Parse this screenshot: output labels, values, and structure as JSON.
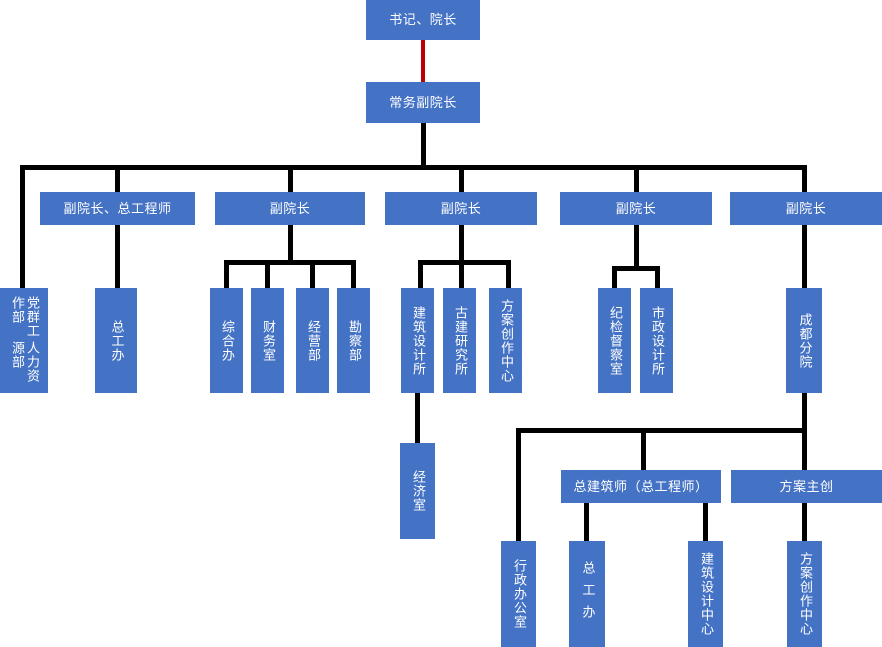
{
  "chart_data": {
    "type": "diagram",
    "title": "组织架构图",
    "colors": {
      "node_fill": "#4472C4",
      "node_text": "#FFFFFF",
      "connector": "#000000",
      "connector_highlight": "#C00000"
    },
    "levels": [
      {
        "level": 1,
        "nodes": [
          {
            "id": "n1",
            "label": "书记、院长",
            "orientation": "horizontal"
          }
        ]
      },
      {
        "level": 2,
        "nodes": [
          {
            "id": "n2",
            "label": "常务副院长",
            "orientation": "horizontal",
            "parent": "n1"
          }
        ]
      },
      {
        "level": 3,
        "nodes": [
          {
            "id": "n3",
            "label": "副院长、总工程师",
            "orientation": "horizontal",
            "parent": "n2"
          },
          {
            "id": "n4",
            "label": "副院长",
            "orientation": "horizontal",
            "parent": "n2"
          },
          {
            "id": "n5",
            "label": "副院长",
            "orientation": "horizontal",
            "parent": "n2"
          },
          {
            "id": "n6",
            "label": "副院长",
            "orientation": "horizontal",
            "parent": "n2"
          },
          {
            "id": "n7",
            "label": "副院长",
            "orientation": "horizontal",
            "parent": "n2"
          }
        ]
      },
      {
        "level": 4,
        "nodes": [
          {
            "id": "n8",
            "label_right": "人力资源部",
            "label_left": "党群工作部",
            "orientation": "vertical-double",
            "parent": "n2"
          },
          {
            "id": "n9",
            "label": "总工办",
            "orientation": "vertical",
            "parent": "n3"
          },
          {
            "id": "n10",
            "label": "综合办",
            "orientation": "vertical",
            "parent": "n4"
          },
          {
            "id": "n11",
            "label": "财务室",
            "orientation": "vertical",
            "parent": "n4"
          },
          {
            "id": "n12",
            "label": "经营部",
            "orientation": "vertical",
            "parent": "n4"
          },
          {
            "id": "n13",
            "label": "勘察部",
            "orientation": "vertical",
            "parent": "n4"
          },
          {
            "id": "n14",
            "label": "建筑设计所",
            "orientation": "vertical",
            "parent": "n5"
          },
          {
            "id": "n15",
            "label": "古建研究所",
            "orientation": "vertical",
            "parent": "n5"
          },
          {
            "id": "n16",
            "label": "方案创作中心",
            "orientation": "vertical",
            "parent": "n5"
          },
          {
            "id": "n17",
            "label": "纪检督察室",
            "orientation": "vertical",
            "parent": "n6"
          },
          {
            "id": "n18",
            "label": "市政设计所",
            "orientation": "vertical",
            "parent": "n6"
          },
          {
            "id": "n19",
            "label": "成都分院",
            "orientation": "vertical",
            "parent": "n7"
          }
        ]
      },
      {
        "level": 5,
        "nodes": [
          {
            "id": "n20",
            "label": "经济室",
            "orientation": "vertical",
            "parent": "n14"
          },
          {
            "id": "n21",
            "label": "总建筑师（总工程师）",
            "orientation": "horizontal",
            "parent": "n19"
          },
          {
            "id": "n22",
            "label": "方案主创",
            "orientation": "horizontal",
            "parent": "n19"
          }
        ]
      },
      {
        "level": 6,
        "nodes": [
          {
            "id": "n23",
            "label": "行政办公室",
            "orientation": "vertical",
            "parent": "n19"
          },
          {
            "id": "n24",
            "label": "总工办",
            "orientation": "vertical-spaced",
            "parent": "n21"
          },
          {
            "id": "n25",
            "label": "建筑设计中心",
            "orientation": "vertical",
            "parent": "n21"
          },
          {
            "id": "n26",
            "label": "方案创作中心",
            "orientation": "vertical",
            "parent": "n22"
          }
        ]
      }
    ]
  },
  "nodes": {
    "n1": {
      "label": "书记、院长"
    },
    "n2": {
      "label": "常务副院长"
    },
    "n3": {
      "label": "副院长、总工程师"
    },
    "n4": {
      "label": "副院长"
    },
    "n5": {
      "label": "副院长"
    },
    "n6": {
      "label": "副院长"
    },
    "n7": {
      "label": "副院长"
    },
    "n8": {
      "label_right": "人力资源部",
      "label_left": "党群工作部"
    },
    "n9": {
      "label": "总工办"
    },
    "n10": {
      "label": "综合办"
    },
    "n11": {
      "label": "财务室"
    },
    "n12": {
      "label": "经营部"
    },
    "n13": {
      "label": "勘察部"
    },
    "n14": {
      "label": "建筑设计所"
    },
    "n15": {
      "label": "古建研究所"
    },
    "n16": {
      "label": "方案创作中心"
    },
    "n17": {
      "label": "纪检督察室"
    },
    "n18": {
      "label": "市政设计所"
    },
    "n19": {
      "label": "成都分院"
    },
    "n20": {
      "label": "经济室"
    },
    "n21": {
      "label": "总建筑师（总工程师）"
    },
    "n22": {
      "label": "方案主创"
    },
    "n23": {
      "label": "行政办公室"
    },
    "n24": {
      "label": "总工办"
    },
    "n25": {
      "label": "建筑设计中心"
    },
    "n26": {
      "label": "方案创作中心"
    }
  }
}
